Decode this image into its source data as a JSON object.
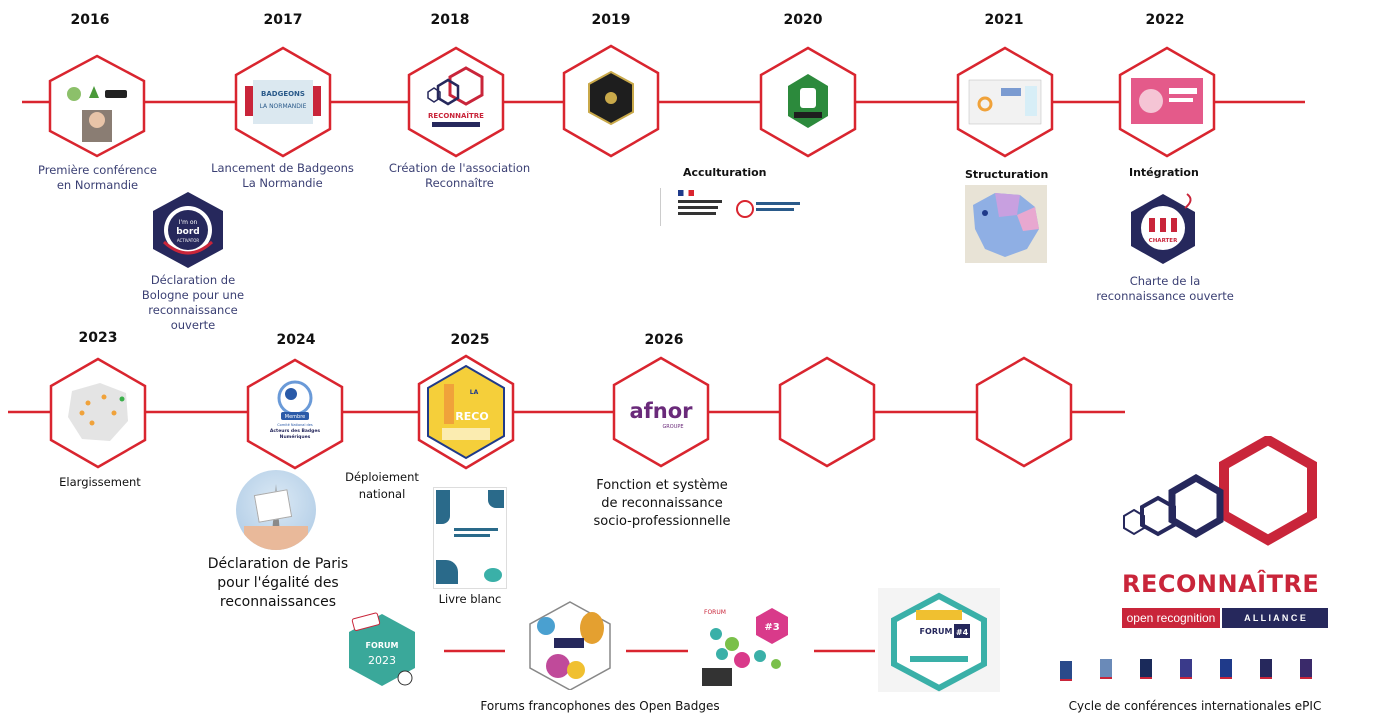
{
  "colors": {
    "line": "#d9252f",
    "hex_border": "#d9252f",
    "caption": "#3a3f73",
    "brand_red": "#c9253a",
    "brand_navy": "#26285c"
  },
  "row1": {
    "years": [
      "2016",
      "2017",
      "2018",
      "2019",
      "2020",
      "2021",
      "2022"
    ],
    "captions": {
      "y2016": [
        "Première conférence",
        "en Normandie"
      ],
      "y2017": [
        "Lancement de Badgeons",
        "La Normandie"
      ],
      "y2018": [
        "Création de l'association",
        "Reconnaître"
      ],
      "bologne": [
        "Déclaration de",
        "Bologne pour une",
        "reconnaissance",
        "ouverte"
      ],
      "charte": [
        "Charte de la",
        "reconnaissance ouverte"
      ]
    },
    "headings": {
      "acculturation": "Acculturation",
      "structuration": "Structuration",
      "integration": "Intégration"
    },
    "badge_texts": {
      "badgeons": "BADGEONS",
      "normandie": "LA NORMANDIE",
      "reconnaitre": "RECONNAÎTRE",
      "onboard_1": "I'm on",
      "onboard_2": "bord",
      "onboard_3": "ACTIVATOR",
      "charter": "CHARTER"
    }
  },
  "row2": {
    "years": [
      "2023",
      "2024",
      "2025",
      "2026"
    ],
    "captions": {
      "elargissement": "Elargissement",
      "deploiement": [
        "Déploiement",
        "national"
      ],
      "livre": "Livre blanc",
      "fonction": [
        "Fonction et système",
        "de reconnaissance",
        "socio-professionnelle"
      ],
      "paris": [
        "Déclaration de Paris",
        "pour l'égalité des",
        "reconnaissances"
      ],
      "forums": "Forums francophones des Open Badges",
      "epic": "Cycle de conférences internationales ePIC"
    },
    "badge_texts": {
      "membre": "Membre",
      "acteurs": [
        "Comité National des",
        "Acteurs des Badges",
        "Numériques"
      ],
      "afnor": "afnor",
      "groupe": "GROUPE",
      "reco_1": "LA",
      "reco_2": "RECO",
      "forum": "FORUM",
      "forum_year": "2023",
      "forum3": "#3",
      "forum4": "#4"
    }
  },
  "logo": {
    "name": "RECONNAÎTRE",
    "tag_left": "open recognition",
    "tag_right": "A L L I A N C E"
  }
}
